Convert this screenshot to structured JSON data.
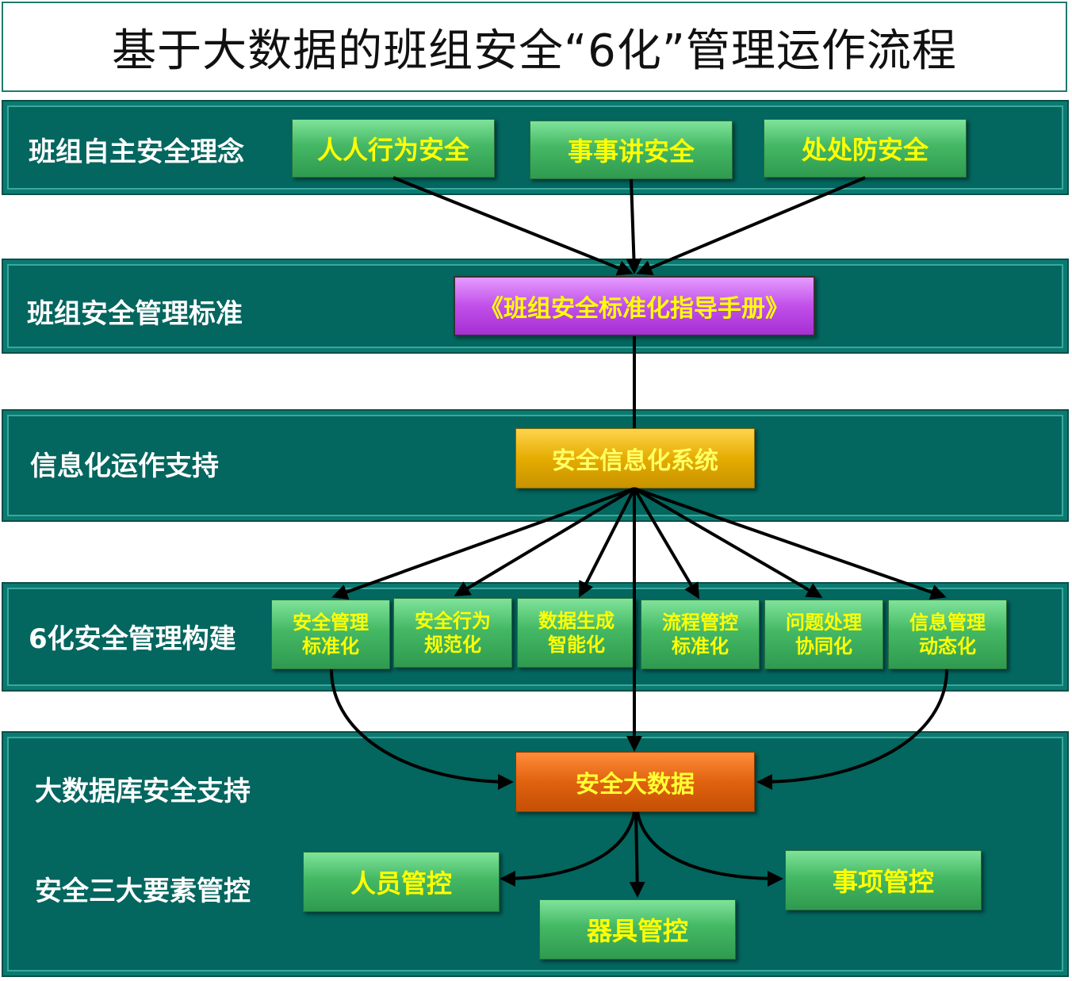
{
  "title": "基于大数据的班组安全“6化”管理运作流程",
  "rows": {
    "concept": {
      "label": "班组自主安全理念",
      "items": [
        "人人行为安全",
        "事事讲安全",
        "处处防安全"
      ]
    },
    "standard": {
      "label": "班组安全管理标准",
      "box": "《班组安全标准化指导手册》"
    },
    "info": {
      "label": "信息化运作支持",
      "box": "安全信息化系统"
    },
    "six": {
      "label": "6化安全管理构建",
      "items": [
        [
          "安全管理",
          "标准化"
        ],
        [
          "安全行为",
          "规范化"
        ],
        [
          "数据生成",
          "智能化"
        ],
        [
          "流程管控",
          "标准化"
        ],
        [
          "问题处理",
          "协同化"
        ],
        [
          "信息管理",
          "动态化"
        ]
      ]
    },
    "bigdata": {
      "label": "大数据库安全支持",
      "box": "安全大数据",
      "label2": "安全三大要素管控",
      "items": [
        "人员管控",
        "器具管控",
        "事项管控"
      ]
    }
  },
  "colors": {
    "band": "#03665f",
    "green_box": "#44b864",
    "purple_box": "#c14fe8",
    "gold_box": "#e5ac00",
    "orange_box": "#e0620f",
    "box_text": "#ffff00",
    "arrow": "#000000"
  }
}
